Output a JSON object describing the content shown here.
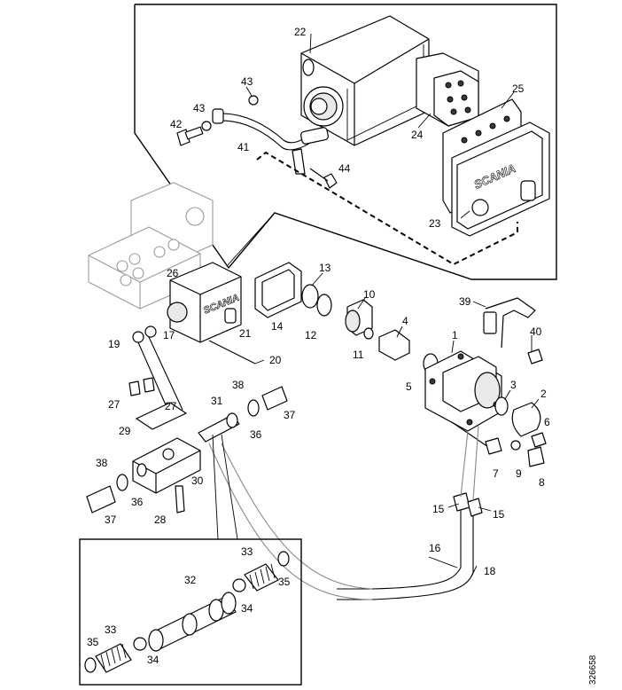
{
  "diagram": {
    "brand_text": "SCANIA",
    "reference_number": "326658",
    "part_labels": {
      "p1": "1",
      "p2": "2",
      "p3": "3",
      "p4": "4",
      "p5": "5",
      "p6": "6",
      "p7": "7",
      "p8": "8",
      "p9": "9",
      "p10": "10",
      "p11": "11",
      "p12": "12",
      "p13": "13",
      "p14": "14",
      "p15a": "15",
      "p15b": "15",
      "p16": "16",
      "p17": "17",
      "p18": "18",
      "p19": "19",
      "p20": "20",
      "p21": "21",
      "p22": "22",
      "p23": "23",
      "p24": "24",
      "p25": "25",
      "p26": "26",
      "p27a": "27",
      "p27b": "27",
      "p28": "28",
      "p29": "29",
      "p30": "30",
      "p31": "31",
      "p32": "32",
      "p33a": "33",
      "p33b": "33",
      "p34a": "34",
      "p34b": "34",
      "p35a": "35",
      "p35b": "35",
      "p36a": "36",
      "p36b": "36",
      "p37a": "37",
      "p37b": "37",
      "p38a": "38",
      "p38b": "38",
      "p39": "39",
      "p40": "40",
      "p41": "41",
      "p42": "42",
      "p43a": "43",
      "p43b": "43",
      "p44": "44"
    }
  }
}
